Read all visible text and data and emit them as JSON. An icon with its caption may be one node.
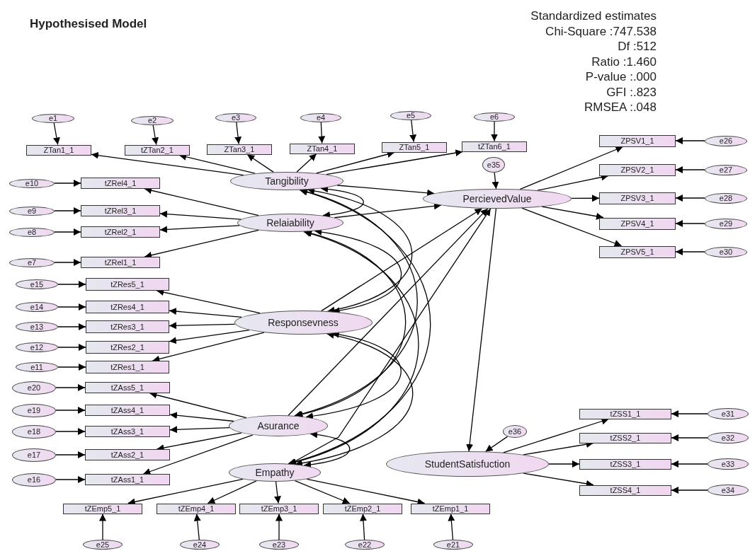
{
  "diagram": {
    "title": "Hypothesised Model",
    "nodes": [
      {
        "text": [
          "e1"
        ]
      },
      {
        "text": [
          "e2"
        ]
      },
      {
        "text": [
          "e3"
        ]
      },
      {
        "text": [
          "e4"
        ]
      },
      {
        "text": [
          "e5"
        ]
      },
      {
        "text": [
          "e6"
        ]
      },
      {
        "text": [
          "ZTan1_1"
        ]
      },
      {
        "text": [
          "tZTan2_1"
        ]
      },
      {
        "text": [
          "ZTan3_1"
        ]
      },
      {
        "text": [
          "ZTan4_1"
        ]
      },
      {
        "text": [
          "ZTan5_1"
        ]
      },
      {
        "text": [
          "tZTan6_1"
        ]
      },
      {
        "text": [
          "e35"
        ]
      },
      {
        "text": [
          "Tangibility"
        ]
      },
      {
        "text": [
          "PercievedValue"
        ]
      },
      {
        "text": [
          "ZPSV1_1"
        ]
      },
      {
        "text": [
          "ZPSV2_1"
        ]
      },
      {
        "text": [
          "ZPSV3_1"
        ]
      },
      {
        "text": [
          "ZPSV4_1"
        ]
      },
      {
        "text": [
          "ZPSV5_1"
        ]
      },
      {
        "text": [
          "e26"
        ]
      },
      {
        "text": [
          "e27"
        ]
      },
      {
        "text": [
          "e28"
        ]
      },
      {
        "text": [
          "e29"
        ]
      },
      {
        "text": [
          "e30"
        ]
      },
      {
        "text": [
          "e10"
        ]
      },
      {
        "text": [
          "e9"
        ]
      },
      {
        "text": [
          "e8"
        ]
      },
      {
        "text": [
          "e7"
        ]
      },
      {
        "text": [
          "tZRel4_1"
        ]
      },
      {
        "text": [
          "tZRel3_1"
        ]
      },
      {
        "text": [
          "tZRel2_1"
        ]
      },
      {
        "text": [
          "tZRel1_1"
        ]
      },
      {
        "text": [
          "Relaiability"
        ]
      },
      {
        "text": [
          "e15"
        ]
      },
      {
        "text": [
          "e14"
        ]
      },
      {
        "text": [
          "e13"
        ]
      },
      {
        "text": [
          "e12"
        ]
      },
      {
        "text": [
          "e11"
        ]
      },
      {
        "text": [
          "tZRes5_1"
        ]
      },
      {
        "text": [
          "tZRes4_1"
        ]
      },
      {
        "text": [
          "tZRes3_1"
        ]
      },
      {
        "text": [
          "tZRes2_1"
        ]
      },
      {
        "text": [
          "tZRes1_1"
        ]
      },
      {
        "text": [
          "Responsevness"
        ]
      },
      {
        "text": [
          "e20"
        ]
      },
      {
        "text": [
          "e19"
        ]
      },
      {
        "text": [
          "e18"
        ]
      },
      {
        "text": [
          "e17"
        ]
      },
      {
        "text": [
          "e16"
        ]
      },
      {
        "text": [
          "tZAss5_1"
        ]
      },
      {
        "text": [
          "tZAss4_1"
        ]
      },
      {
        "text": [
          "tZAss3_1"
        ]
      },
      {
        "text": [
          "tZAss2_1"
        ]
      },
      {
        "text": [
          "tZAss1_1"
        ]
      },
      {
        "text": [
          "Asurance"
        ]
      },
      {
        "text": [
          "Empathy"
        ]
      },
      {
        "text": [
          "e36"
        ]
      },
      {
        "text": [
          "StudentSatisfuction"
        ]
      },
      {
        "text": [
          "tZSS1_1"
        ]
      },
      {
        "text": [
          "tZSS2_1"
        ]
      },
      {
        "text": [
          "tZSS3_1"
        ]
      },
      {
        "text": [
          "tZSS4_1"
        ]
      },
      {
        "text": [
          "e31"
        ]
      },
      {
        "text": [
          "e32"
        ]
      },
      {
        "text": [
          "e33"
        ]
      },
      {
        "text": [
          "e34"
        ]
      },
      {
        "text": [
          "tZEmp5_1"
        ]
      },
      {
        "text": [
          "tZEmp4_1"
        ]
      },
      {
        "text": [
          "tZEmp3_1"
        ]
      },
      {
        "text": [
          "tZEmp2_1"
        ]
      },
      {
        "text": [
          "tZEmp1_1"
        ]
      },
      {
        "text": [
          "e25"
        ]
      },
      {
        "text": [
          "e24"
        ]
      },
      {
        "text": [
          "e23"
        ]
      },
      {
        "text": [
          "e22"
        ]
      },
      {
        "text": [
          "e21"
        ]
      }
    ],
    "edges": [
      {
        "from": 0,
        "to": 6,
        "arrow": "to"
      },
      {
        "from": 1,
        "to": 7,
        "arrow": "to"
      },
      {
        "from": 2,
        "to": 8,
        "arrow": "to"
      },
      {
        "from": 3,
        "to": 9,
        "arrow": "to"
      },
      {
        "from": 4,
        "to": 10,
        "arrow": "to"
      },
      {
        "from": 5,
        "to": 11,
        "arrow": "to"
      },
      {
        "from": 13,
        "to": 6,
        "arrow": "to"
      },
      {
        "from": 13,
        "to": 7,
        "arrow": "to"
      },
      {
        "from": 13,
        "to": 8,
        "arrow": "to"
      },
      {
        "from": 13,
        "to": 9,
        "arrow": "to"
      },
      {
        "from": 13,
        "to": 10,
        "arrow": "to"
      },
      {
        "from": 13,
        "to": 11,
        "arrow": "to"
      },
      {
        "from": 12,
        "to": 14,
        "arrow": "to"
      },
      {
        "from": 14,
        "to": 15,
        "arrow": "to"
      },
      {
        "from": 14,
        "to": 16,
        "arrow": "to"
      },
      {
        "from": 14,
        "to": 17,
        "arrow": "to"
      },
      {
        "from": 14,
        "to": 18,
        "arrow": "to"
      },
      {
        "from": 14,
        "to": 19,
        "arrow": "to"
      },
      {
        "from": 20,
        "to": 15,
        "arrow": "to"
      },
      {
        "from": 21,
        "to": 16,
        "arrow": "to"
      },
      {
        "from": 22,
        "to": 17,
        "arrow": "to"
      },
      {
        "from": 23,
        "to": 18,
        "arrow": "to"
      },
      {
        "from": 24,
        "to": 19,
        "arrow": "to"
      },
      {
        "from": 25,
        "to": 29,
        "arrow": "to"
      },
      {
        "from": 26,
        "to": 30,
        "arrow": "to"
      },
      {
        "from": 27,
        "to": 31,
        "arrow": "to"
      },
      {
        "from": 28,
        "to": 32,
        "arrow": "to"
      },
      {
        "from": 33,
        "to": 29,
        "arrow": "to"
      },
      {
        "from": 33,
        "to": 30,
        "arrow": "to"
      },
      {
        "from": 33,
        "to": 31,
        "arrow": "to"
      },
      {
        "from": 33,
        "to": 32,
        "arrow": "to"
      },
      {
        "from": 34,
        "to": 39,
        "arrow": "to"
      },
      {
        "from": 35,
        "to": 40,
        "arrow": "to"
      },
      {
        "from": 36,
        "to": 41,
        "arrow": "to"
      },
      {
        "from": 37,
        "to": 42,
        "arrow": "to"
      },
      {
        "from": 38,
        "to": 43,
        "arrow": "to"
      },
      {
        "from": 44,
        "to": 39,
        "arrow": "to"
      },
      {
        "from": 44,
        "to": 40,
        "arrow": "to"
      },
      {
        "from": 44,
        "to": 41,
        "arrow": "to"
      },
      {
        "from": 44,
        "to": 42,
        "arrow": "to"
      },
      {
        "from": 44,
        "to": 43,
        "arrow": "to"
      },
      {
        "from": 45,
        "to": 50,
        "arrow": "to"
      },
      {
        "from": 46,
        "to": 51,
        "arrow": "to"
      },
      {
        "from": 47,
        "to": 52,
        "arrow": "to"
      },
      {
        "from": 48,
        "to": 53,
        "arrow": "to"
      },
      {
        "from": 49,
        "to": 54,
        "arrow": "to"
      },
      {
        "from": 55,
        "to": 50,
        "arrow": "to"
      },
      {
        "from": 55,
        "to": 51,
        "arrow": "to"
      },
      {
        "from": 55,
        "to": 52,
        "arrow": "to"
      },
      {
        "from": 55,
        "to": 53,
        "arrow": "to"
      },
      {
        "from": 55,
        "to": 54,
        "arrow": "to"
      },
      {
        "from": 56,
        "to": 67,
        "arrow": "to"
      },
      {
        "from": 56,
        "to": 68,
        "arrow": "to"
      },
      {
        "from": 56,
        "to": 69,
        "arrow": "to"
      },
      {
        "from": 56,
        "to": 70,
        "arrow": "to"
      },
      {
        "from": 56,
        "to": 71,
        "arrow": "to"
      },
      {
        "from": 72,
        "to": 67,
        "arrow": "to"
      },
      {
        "from": 73,
        "to": 68,
        "arrow": "to"
      },
      {
        "from": 74,
        "to": 69,
        "arrow": "to"
      },
      {
        "from": 75,
        "to": 70,
        "arrow": "to"
      },
      {
        "from": 76,
        "to": 71,
        "arrow": "to"
      },
      {
        "from": 13,
        "to": 14,
        "arrow": "to"
      },
      {
        "from": 33,
        "to": 14,
        "arrow": "to"
      },
      {
        "from": 44,
        "to": 14,
        "arrow": "to"
      },
      {
        "from": 55,
        "to": 14,
        "arrow": "to"
      },
      {
        "from": 56,
        "to": 14,
        "arrow": "to"
      },
      {
        "from": 14,
        "to": 58,
        "arrow": "to"
      },
      {
        "from": 57,
        "to": 58,
        "arrow": "to"
      },
      {
        "from": 58,
        "to": 59,
        "arrow": "to"
      },
      {
        "from": 58,
        "to": 60,
        "arrow": "to"
      },
      {
        "from": 58,
        "to": 61,
        "arrow": "to"
      },
      {
        "from": 58,
        "to": 62,
        "arrow": "to"
      },
      {
        "from": 63,
        "to": 59,
        "arrow": "to"
      },
      {
        "from": 64,
        "to": 60,
        "arrow": "to"
      },
      {
        "from": 65,
        "to": 61,
        "arrow": "to"
      },
      {
        "from": 66,
        "to": 62,
        "arrow": "to"
      },
      {
        "from": 13,
        "to": 33,
        "arrow": "both"
      },
      {
        "from": 13,
        "to": 44,
        "arrow": "both"
      },
      {
        "from": 13,
        "to": 55,
        "arrow": "both"
      },
      {
        "from": 13,
        "to": 56,
        "arrow": "both"
      },
      {
        "from": 33,
        "to": 44,
        "arrow": "both"
      },
      {
        "from": 33,
        "to": 55,
        "arrow": "both"
      },
      {
        "from": 33,
        "to": 56,
        "arrow": "both"
      },
      {
        "from": 44,
        "to": 55,
        "arrow": "both"
      },
      {
        "from": 44,
        "to": 56,
        "arrow": "both"
      },
      {
        "from": 55,
        "to": 56,
        "arrow": "both"
      }
    ],
    "labels": [
      "Standardized estimates",
      "Chi-Square :747.538",
      "Df :512",
      "Ratio :1.460",
      "P-value :.000",
      "GFI :.823",
      "RMSEA :.048"
    ]
  }
}
